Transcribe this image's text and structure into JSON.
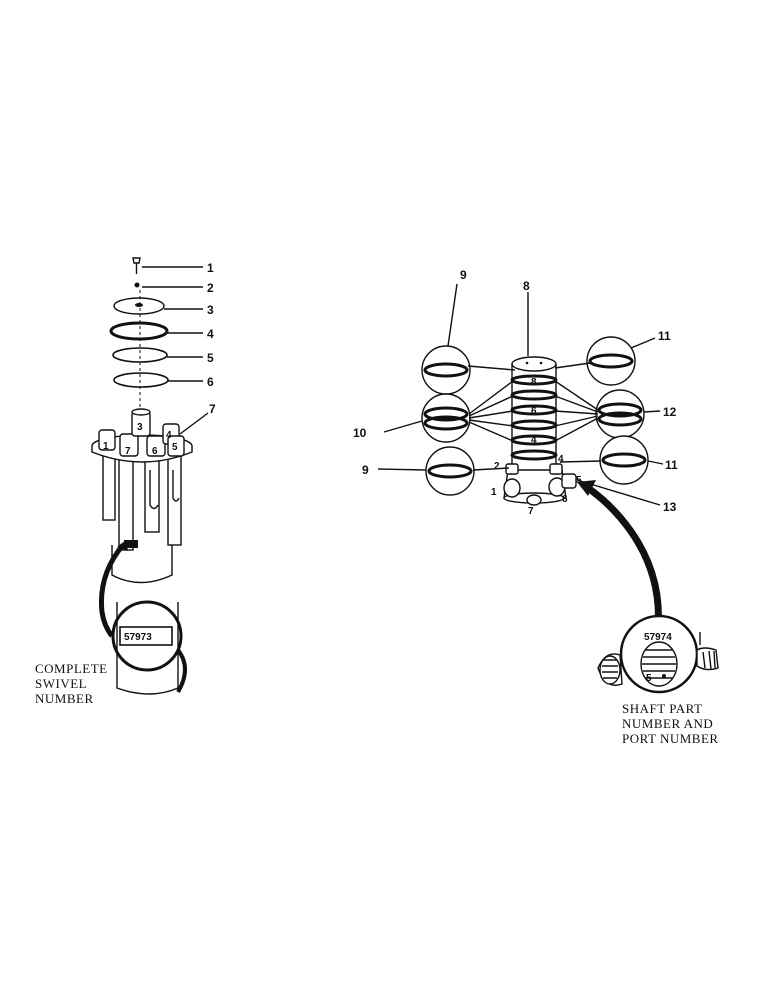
{
  "left_assembly": {
    "callouts": [
      "1",
      "2",
      "3",
      "4",
      "5",
      "6",
      "7"
    ],
    "port_numbers": [
      "3",
      "4",
      "1",
      "7",
      "6",
      "5"
    ],
    "stamp": "57973",
    "caption": [
      "COMPLETE",
      "SWIVEL",
      "NUMBER"
    ]
  },
  "right_assembly": {
    "callouts_top": [
      "9",
      "8",
      "11"
    ],
    "callouts_mid": [
      "10",
      "12"
    ],
    "callouts_low": [
      "9",
      "11",
      "13"
    ],
    "port_numbers": [
      "2",
      "4",
      "1",
      "5",
      "7",
      "6"
    ],
    "stack_numbers": [
      "8",
      "6",
      "4"
    ],
    "stamp": "57974",
    "detail_port": "5",
    "caption": [
      "SHAFT PART",
      "NUMBER AND",
      "PORT NUMBER"
    ]
  }
}
